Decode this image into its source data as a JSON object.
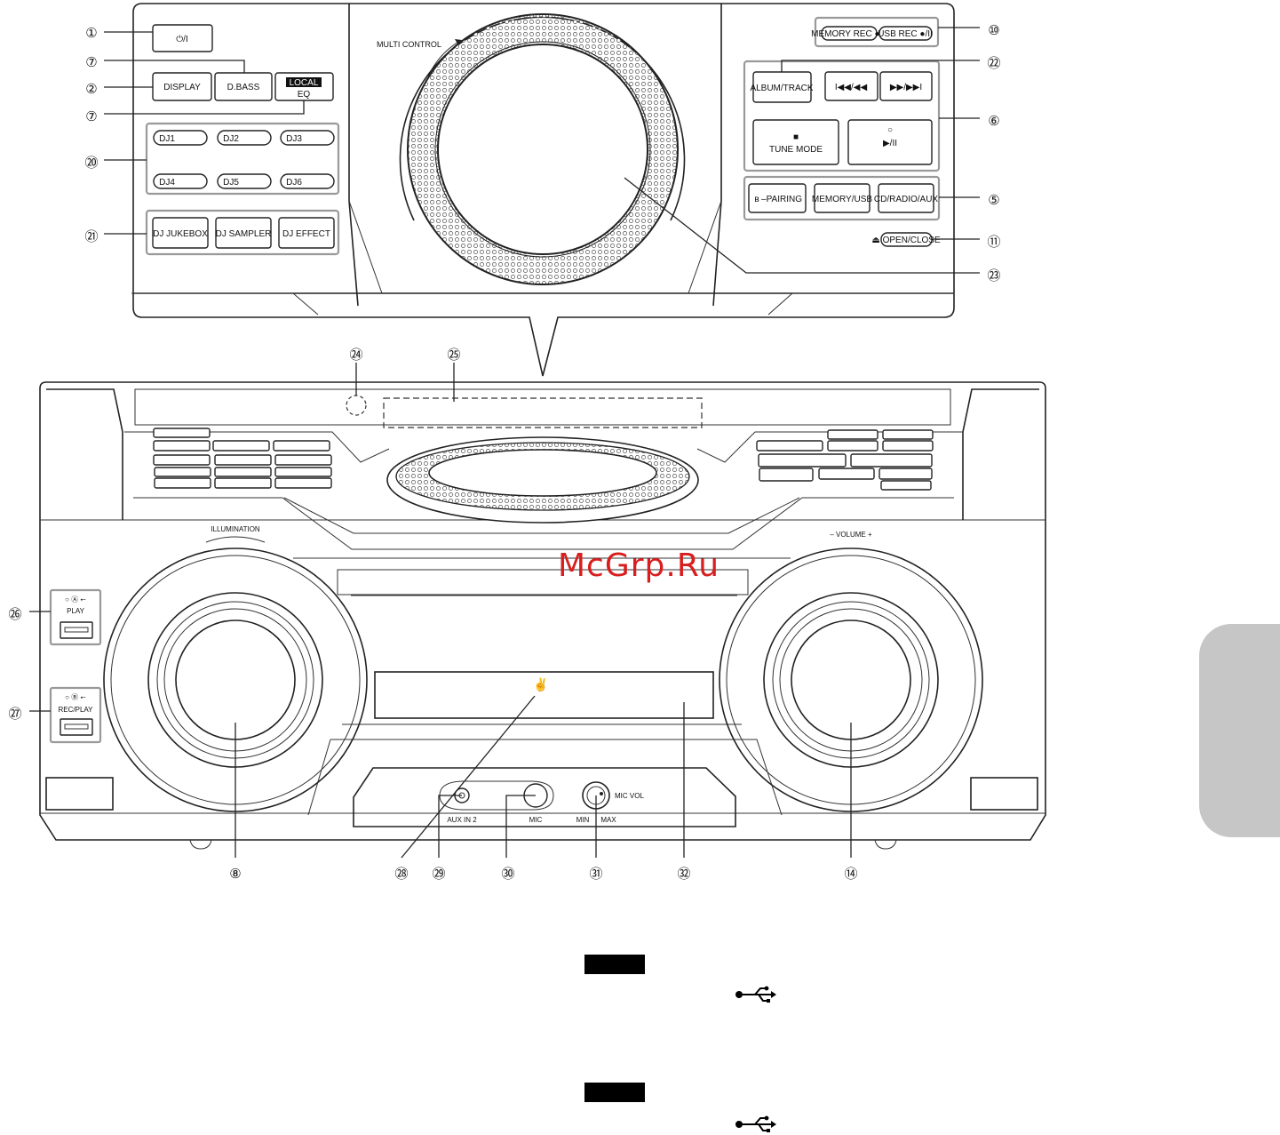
{
  "watermark": "McGrp.Ru",
  "panel": {
    "multi_control": "MULTI CONTROL",
    "buttons": {
      "power": "⏻/I",
      "display": "DISPLAY",
      "dbass": "D.BASS",
      "local": "LOCAL",
      "eq": "EQ",
      "dj1": "DJ1",
      "dj2": "DJ2",
      "dj3": "DJ3",
      "dj4": "DJ4",
      "dj5": "DJ5",
      "dj6": "DJ6",
      "dj_jukebox": "DJ JUKEBOX",
      "dj_sampler": "DJ SAMPLER",
      "dj_effect": "DJ EFFECT",
      "memory_rec": "MEMORY REC ●/II",
      "usb_rec": "USB REC ●/II",
      "album_track": "ALBUM/TRACK",
      "skip_back": "I◀◀/◀◀",
      "skip_fwd": "▶▶/▶▶I",
      "stop": "■",
      "tune_mode": "TUNE MODE",
      "play_dot": "○",
      "play_pause": "▶/II",
      "pairing": "–PAIRING",
      "bt_icon": "ʙ",
      "memory_usb": "MEMORY/USB",
      "cd_radio_aux": "CD/RADIO/AUX",
      "open_close": "⏏ OPEN/CLOSE"
    }
  },
  "unit": {
    "illumination": "ILLUMINATION",
    "volume": "–  VOLUME  +",
    "usb_a_label": "○ Ⓐ ⭠",
    "play": "PLAY",
    "usb_b_label": "○ Ⓑ ⭠",
    "rec_play": "REC/PLAY",
    "aux_in_2": "AUX IN 2",
    "mic": "MIC",
    "mic_vol": "MIC VOL",
    "min": "MIN",
    "max": "MAX",
    "hand_icon": "✌"
  },
  "callouts": {
    "c1": "①",
    "c7a": "⑦",
    "c2": "②",
    "c7b": "⑦",
    "c20": "⑳",
    "c21": "㉑",
    "c10": "⑩",
    "c22": "㉒",
    "c6": "⑥",
    "c5": "⑤",
    "c11": "⑪",
    "c23": "㉓",
    "c24": "㉔",
    "c25": "㉕",
    "c26": "㉖",
    "c27": "㉗",
    "c8": "⑧",
    "c28": "㉘",
    "c29": "㉙",
    "c30": "㉚",
    "c31": "㉛",
    "c32": "㉜",
    "c14": "⑭"
  },
  "usb_icon_name": "usb-icon"
}
